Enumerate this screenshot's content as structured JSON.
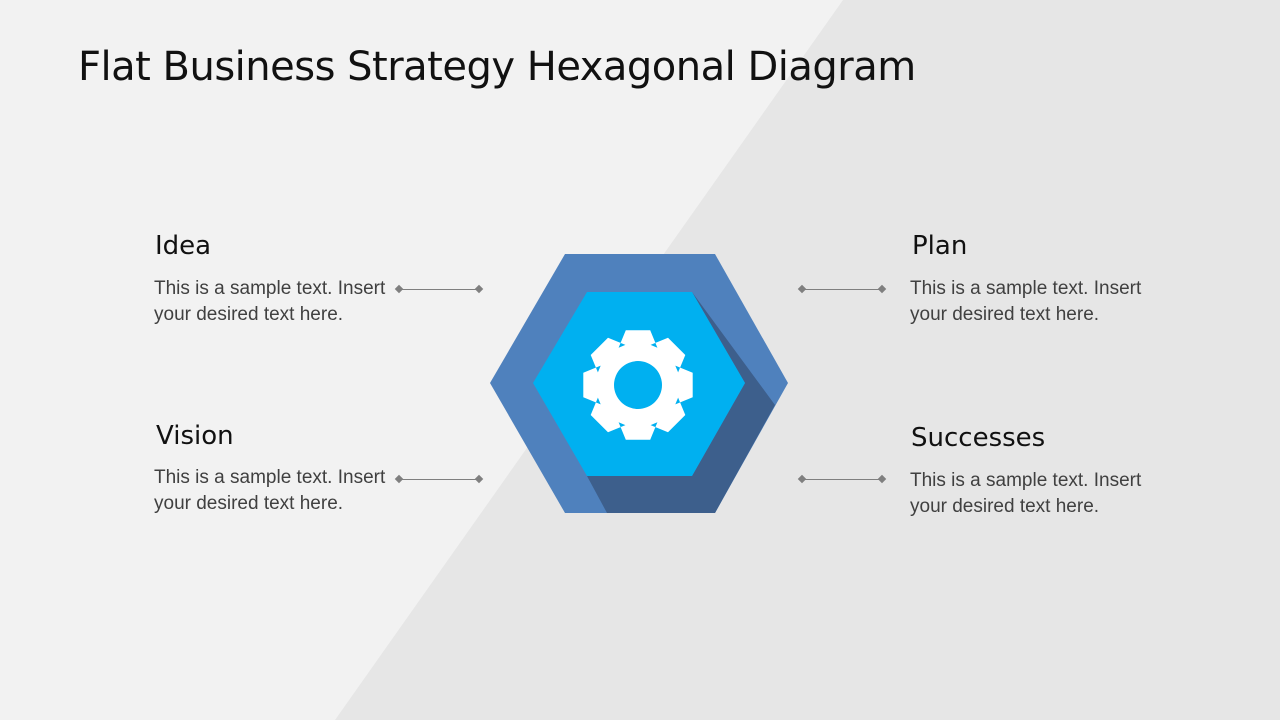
{
  "title": "Flat Business Strategy Hexagonal Diagram",
  "center_icon": "gear-icon",
  "colors": {
    "outer_hex": "#4f81bd",
    "shadow": "#3d5f8c",
    "inner_hex": "#00b0f0",
    "bg_light": "#f2f2f2",
    "bg_dark": "#e6e6e6"
  },
  "items": [
    {
      "heading": "Idea",
      "text": "This is a sample text. Insert your desired text here."
    },
    {
      "heading": "Vision",
      "text": "This is a sample text. Insert your desired text here."
    },
    {
      "heading": "Plan",
      "text": "This is a sample text. Insert your desired text here."
    },
    {
      "heading": "Successes",
      "text": "This is a sample text. Insert your desired text here."
    }
  ]
}
